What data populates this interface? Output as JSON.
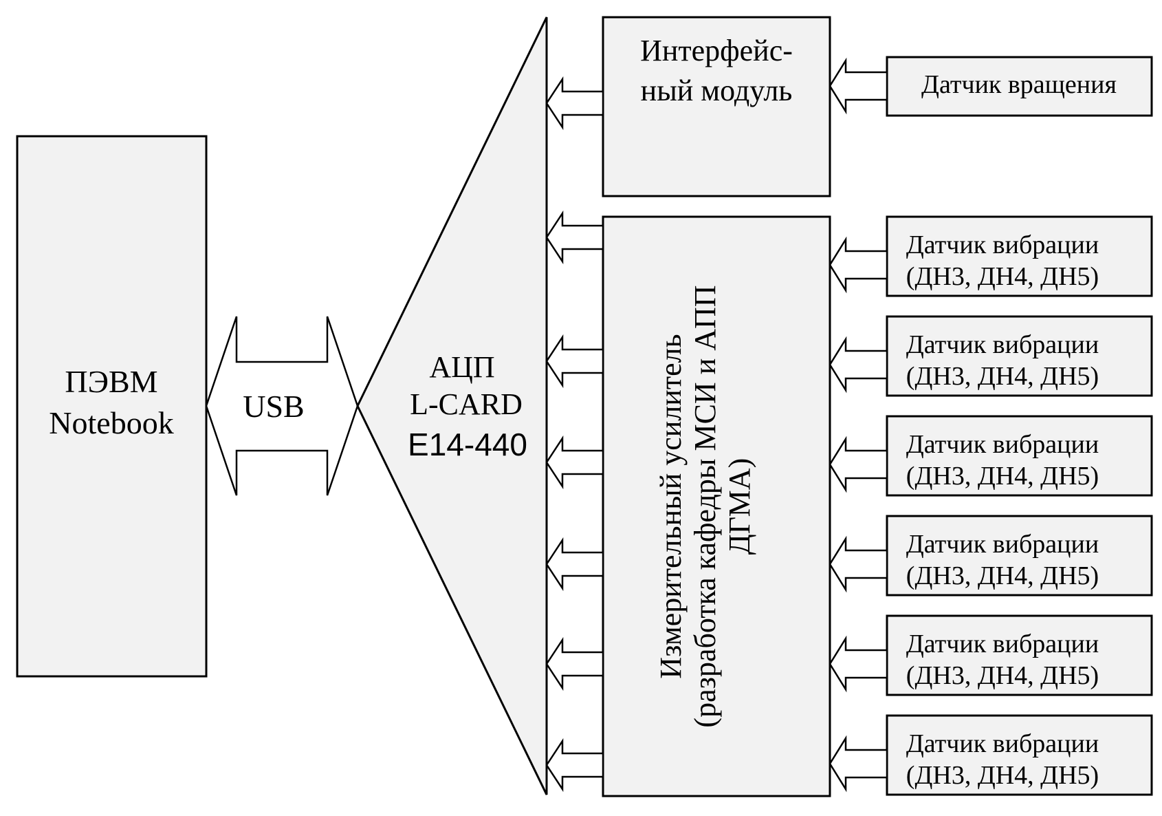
{
  "pc": {
    "line1": "ПЭВМ",
    "line2": "Notebook"
  },
  "usb": {
    "label": "USB"
  },
  "adc": {
    "line1": "АЦП",
    "line2": "L-CARD",
    "line3": "E14-440"
  },
  "interface_module": {
    "line1": "Интерфейс-",
    "line2": "ный модуль"
  },
  "rotation_sensor": {
    "label": "Датчик вращения"
  },
  "amplifier": {
    "line1": "Измерительный усилитель",
    "line2": "(разработка кафедры МСИ и АПП",
    "line3": "ДГМА)"
  },
  "vibration_sensors": [
    {
      "line1": "Датчик вибрации",
      "line2": "(ДН3, ДН4, ДН5)"
    },
    {
      "line1": "Датчик вибрации",
      "line2": "(ДН3, ДН4, ДН5)"
    },
    {
      "line1": "Датчик вибрации",
      "line2": "(ДН3, ДН4, ДН5)"
    },
    {
      "line1": "Датчик вибрации",
      "line2": "(ДН3, ДН4, ДН5)"
    },
    {
      "line1": "Датчик вибрации",
      "line2": "(ДН3, ДН4, ДН5)"
    },
    {
      "line1": "Датчик вибрации",
      "line2": "(ДН3, ДН4, ДН5)"
    }
  ]
}
